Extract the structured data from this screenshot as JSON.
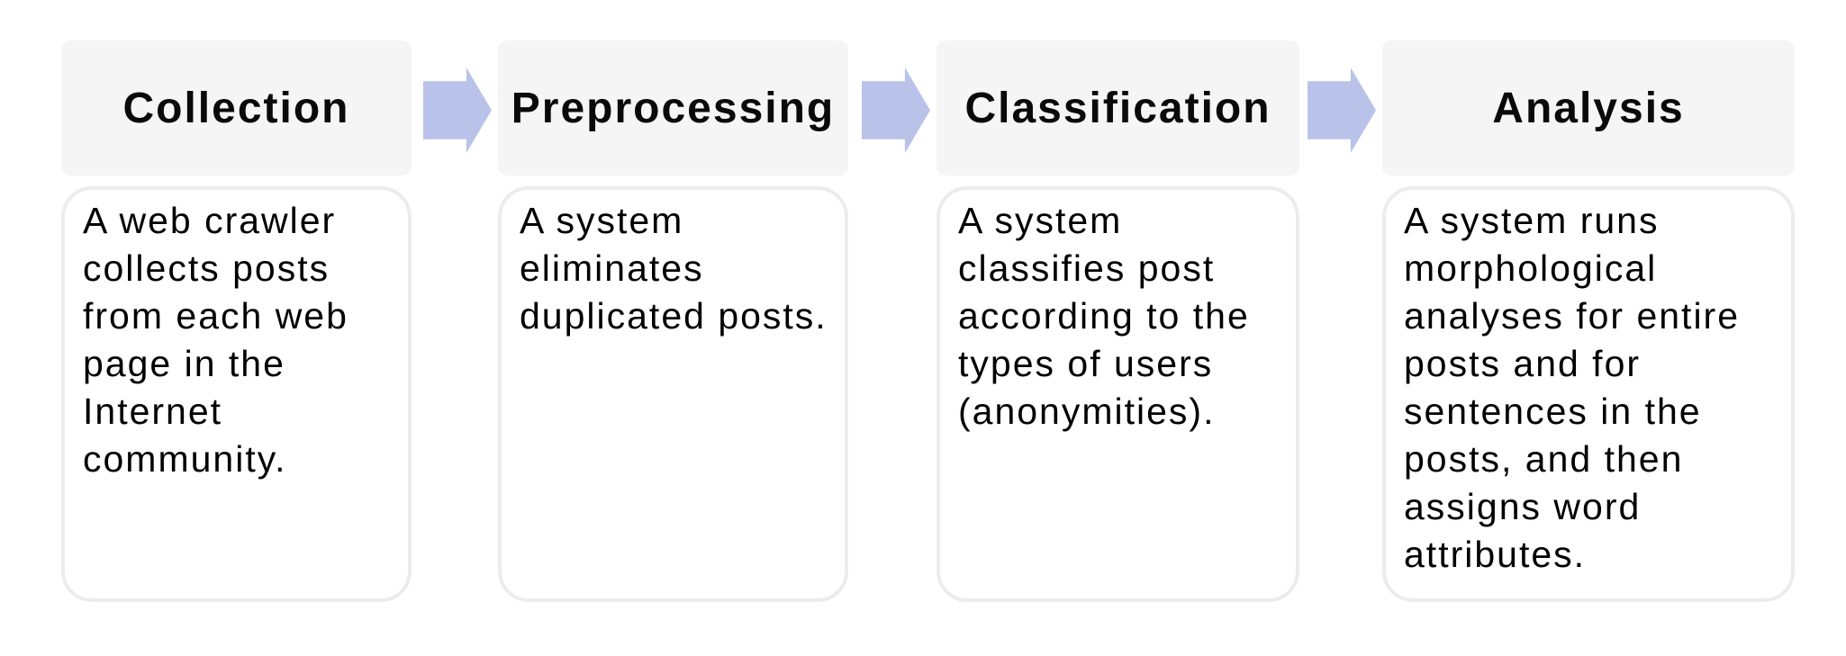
{
  "theme": {
    "arrow_color": "#b9c3ea",
    "header_bg": "#f5f5f6",
    "body_border": "#ececec",
    "text_color": "#000000"
  },
  "diagram": {
    "type": "process-flow",
    "direction": "left-to-right",
    "connector_icon": "arrow-right-icon",
    "steps": [
      {
        "title": "Collection",
        "description": "A web crawler collects posts from each web page in the Internet community."
      },
      {
        "title": "Preprocessing",
        "description": "A system eliminates duplicated posts."
      },
      {
        "title": "Classification",
        "description": "A system classifies post according to the types of users (anonymities)."
      },
      {
        "title": "Analysis",
        "description": "A system runs morphological analyses for entire posts and for sentences in the posts, and then assigns word attributes."
      }
    ]
  }
}
